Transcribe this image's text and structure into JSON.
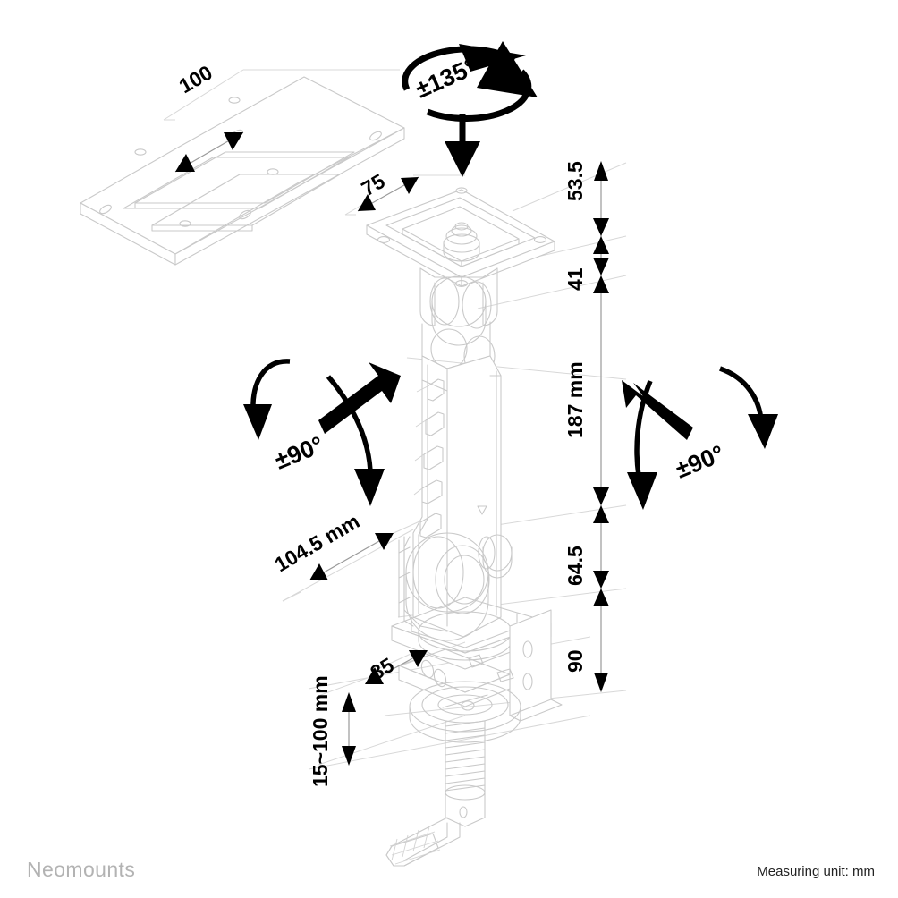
{
  "document": {
    "type": "technical-dimension-drawing",
    "subject": "Neomounts desk clamp monitor mount"
  },
  "footer": {
    "brand": "Neomounts",
    "measuring_unit": "Measuring unit: mm"
  },
  "dimensions": {
    "plate_width": "100",
    "plate_width_small": "75",
    "height_top_segment": "53.5",
    "height_neck": "41",
    "height_column": "187 mm",
    "height_lower": "64.5",
    "height_clamp": "90",
    "reach": "104.5 mm",
    "clamp_depth": "85",
    "clamp_range": "15~100 mm"
  },
  "rotations": {
    "top_swivel": "±135°",
    "tilt_left": "±90°",
    "tilt_right": "±90°"
  },
  "colors": {
    "line_art": "#c9c9c9",
    "extension_line": "#d8d8d8",
    "dimension_line": "#9a9a9a",
    "annotation": "#000000",
    "brand_text": "#b3b3b3",
    "unit_text": "#222222",
    "background": "#ffffff"
  }
}
